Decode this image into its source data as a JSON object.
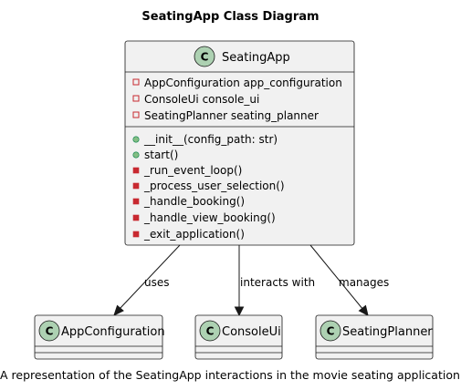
{
  "diagram": {
    "title": "SeatingApp Class Diagram",
    "caption": "A representation of the SeatingApp interactions in the movie seating application.",
    "main_class": {
      "name": "SeatingApp",
      "stereotype_letter": "C",
      "attributes": [
        {
          "visibility": "private",
          "text": "AppConfiguration app_configuration"
        },
        {
          "visibility": "private",
          "text": "ConsoleUi console_ui"
        },
        {
          "visibility": "private",
          "text": "SeatingPlanner seating_planner"
        }
      ],
      "methods": [
        {
          "visibility": "public",
          "text": "__init__(config_path: str)"
        },
        {
          "visibility": "public",
          "text": "start()"
        },
        {
          "visibility": "private",
          "text": "_run_event_loop()"
        },
        {
          "visibility": "private",
          "text": "_process_user_selection()"
        },
        {
          "visibility": "private",
          "text": "_handle_booking()"
        },
        {
          "visibility": "private",
          "text": "_handle_view_booking()"
        },
        {
          "visibility": "private",
          "text": "_exit_application()"
        }
      ]
    },
    "related_classes": [
      {
        "name": "AppConfiguration",
        "stereotype_letter": "C",
        "relation": "uses"
      },
      {
        "name": "ConsoleUi",
        "stereotype_letter": "C",
        "relation": "interacts with"
      },
      {
        "name": "SeatingPlanner",
        "stereotype_letter": "C",
        "relation": "manages"
      }
    ],
    "colors": {
      "class_fill": "#f1f1f1",
      "badge_fill": "#add1b2",
      "private_field_marker": "#c82930",
      "public_method_marker": "#84be84",
      "private_method_marker": "#c82930",
      "stroke": "#181818"
    }
  }
}
